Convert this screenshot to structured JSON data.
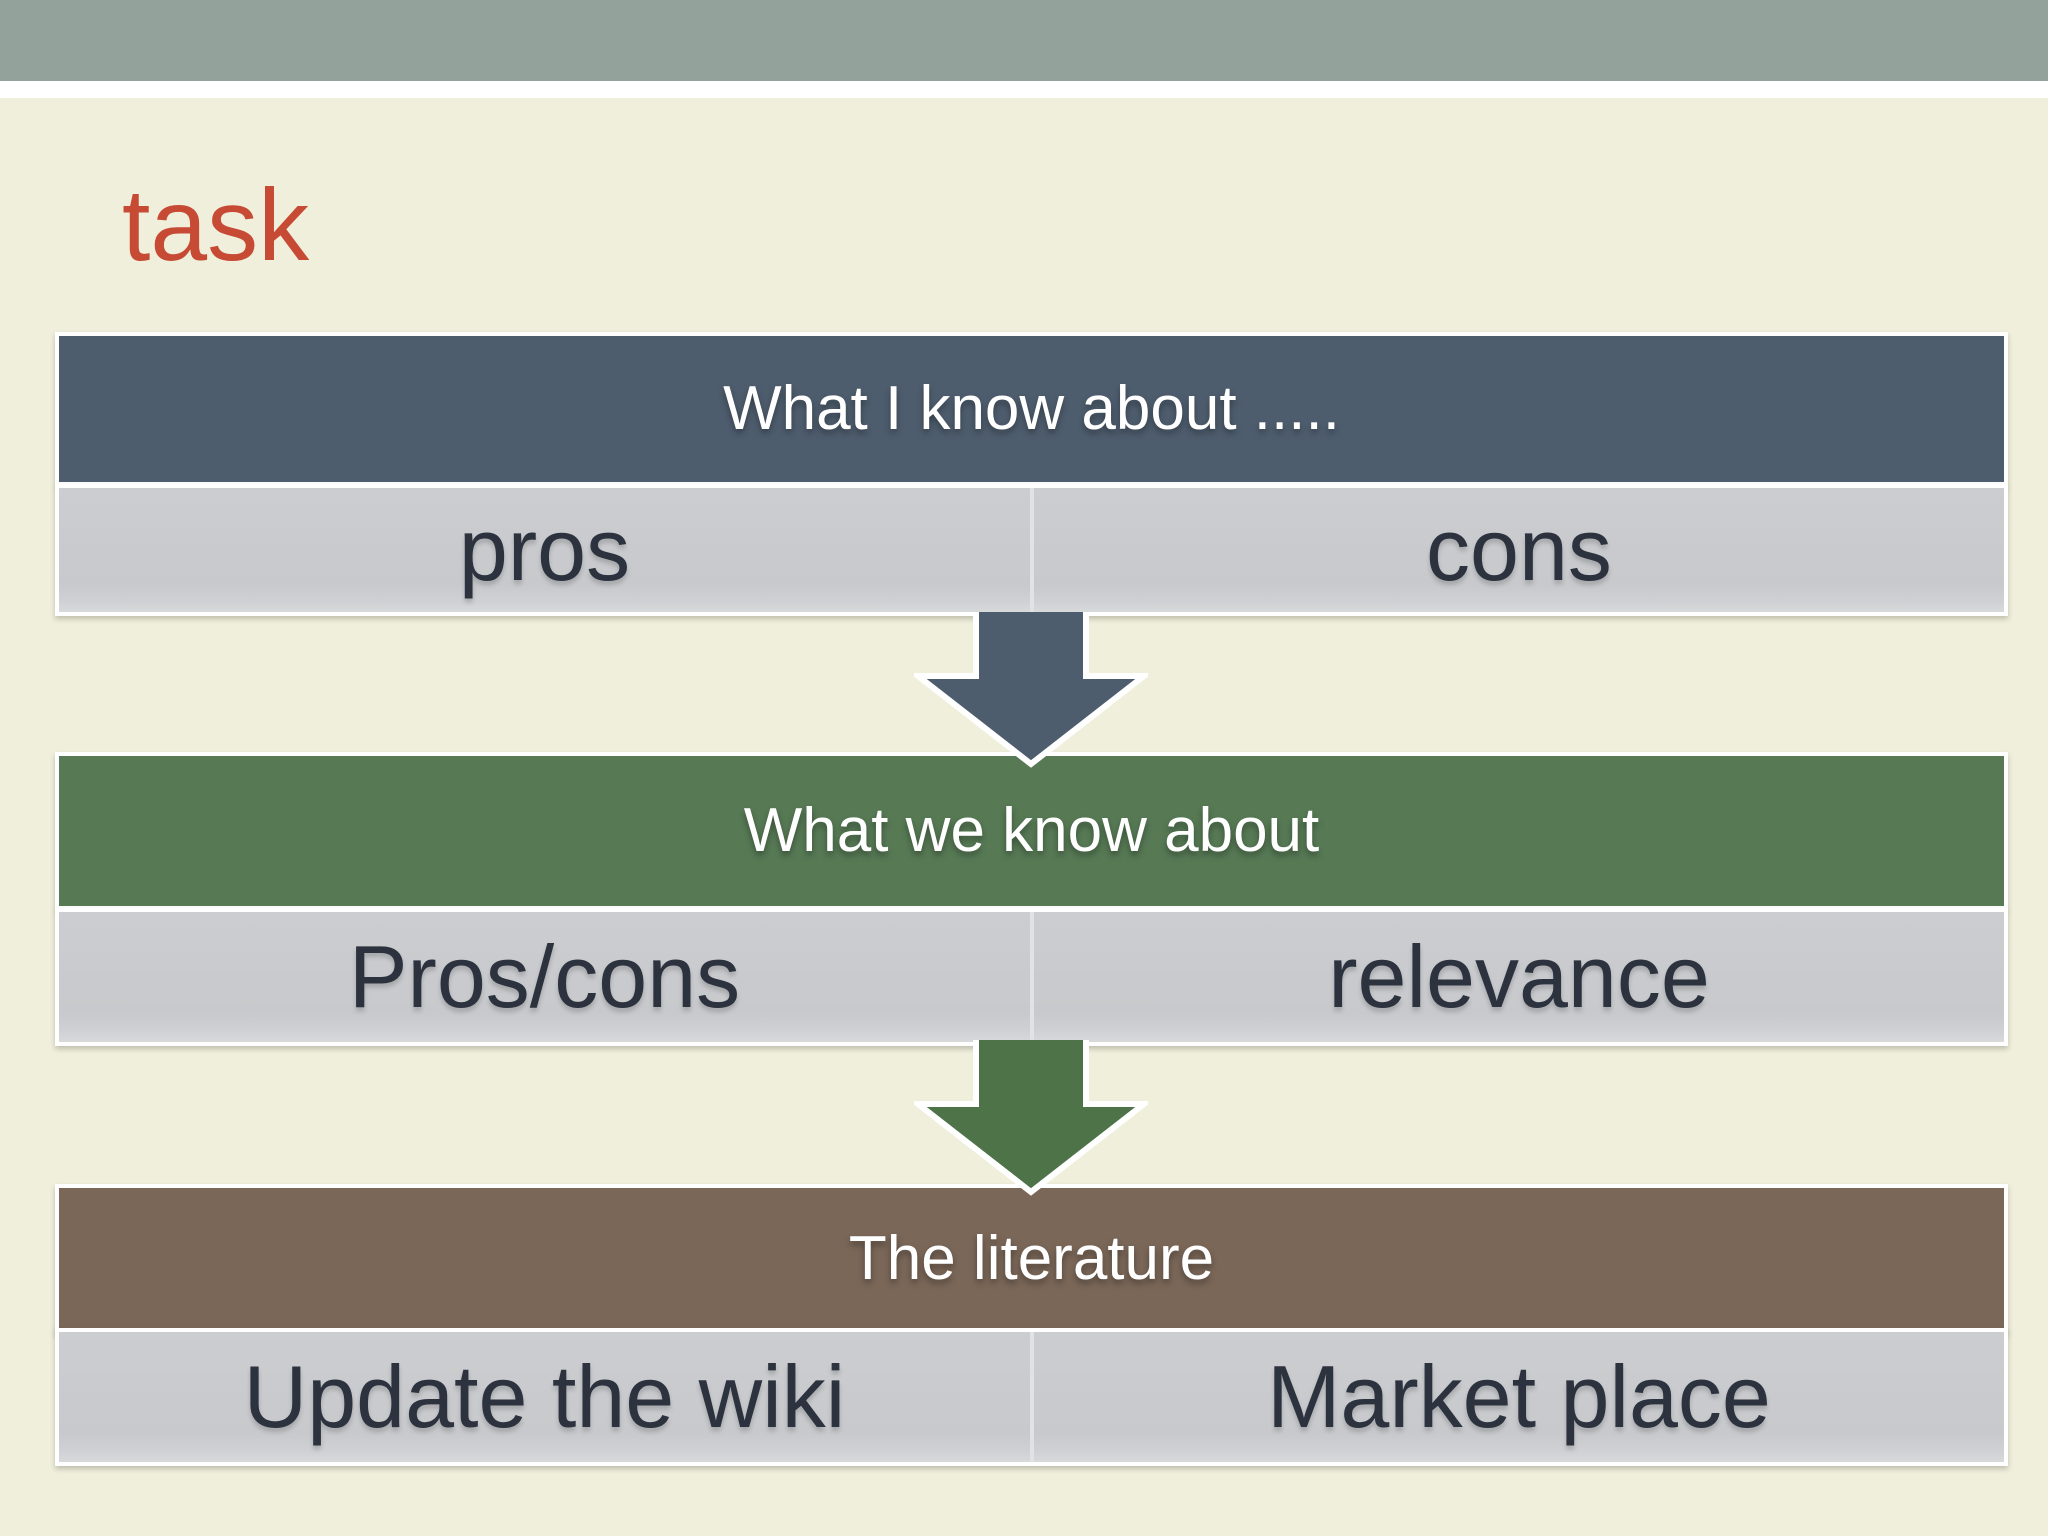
{
  "slide": {
    "title": "task",
    "sections": [
      {
        "header": "What I know about .....",
        "cells": [
          "pros",
          "cons"
        ]
      },
      {
        "header": "What we know about",
        "cells": [
          "Pros/cons",
          "relevance"
        ]
      },
      {
        "header": "The literature",
        "cells": [
          "Update the wiki",
          "Market place"
        ]
      }
    ],
    "arrows": [
      {
        "name": "down-arrow-blue",
        "direction": "down"
      },
      {
        "name": "down-arrow-green",
        "direction": "down"
      }
    ]
  },
  "colors": {
    "topbar": "#93a29b",
    "canvas": "#f0efdc",
    "title": "#c64a34",
    "header1": "#4e5d6e",
    "header2": "#577a55",
    "header3": "#7a6758",
    "arrow1": "#4e5d6e",
    "arrow2": "#4e7348",
    "cell-text": "#2c323e",
    "header-text": "#ffffff"
  }
}
